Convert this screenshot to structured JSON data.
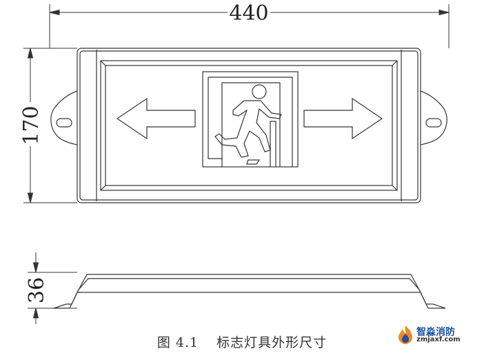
{
  "dimensions": {
    "width": "440",
    "height": "170",
    "depth": "36"
  },
  "caption": {
    "figure_label": "图 4.1",
    "title": "标志灯具外形尺寸"
  },
  "watermark": {
    "name": "智淼消防",
    "url": "zmjaxf.com"
  },
  "colors": {
    "line": "#333333",
    "watermark_blue": "#1e4fa3",
    "watermark_orange": "#f08a1c"
  }
}
